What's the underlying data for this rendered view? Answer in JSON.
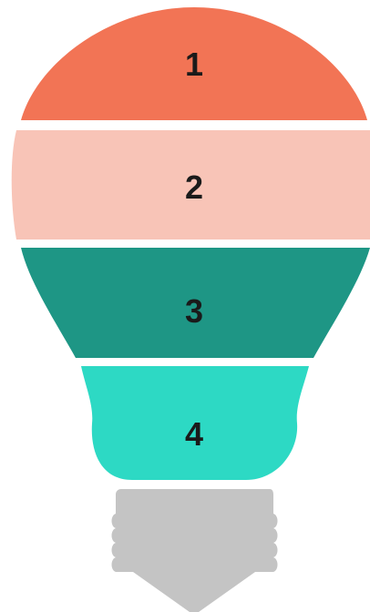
{
  "segments": [
    {
      "label": "1",
      "color": "#F27455"
    },
    {
      "label": "2",
      "color": "#F8C4B7"
    },
    {
      "label": "3",
      "color": "#1E9685"
    },
    {
      "label": "4",
      "color": "#2DD9C4"
    }
  ],
  "base": {
    "color": "#C4C4C4"
  },
  "label_color": "#1a1a1a"
}
